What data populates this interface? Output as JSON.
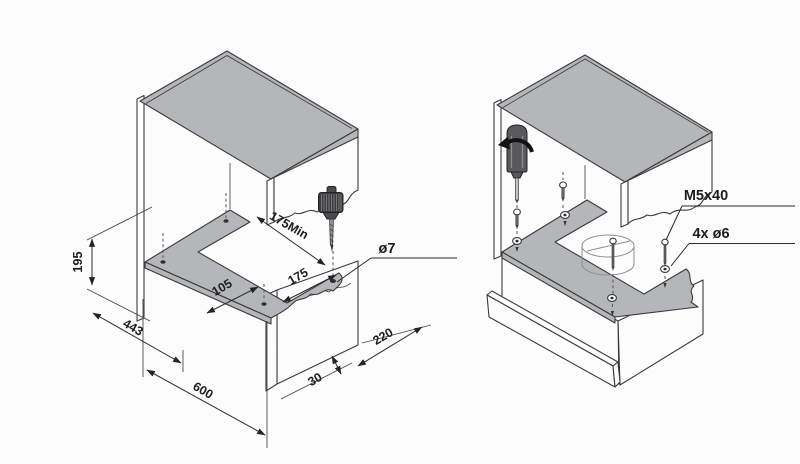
{
  "colors": {
    "background": "#fcfcfc",
    "line": "#3a3a3c",
    "panel_gray": "#b5b6b9",
    "text": "#1d1d1f"
  },
  "left_diagram": {
    "dims": {
      "d195": "195",
      "d443": "443",
      "d600": "600",
      "d105": "105",
      "d175": "175",
      "d175min": "175Min",
      "d30": "30",
      "d220": "220"
    },
    "callouts": {
      "hole_dia": "ø7"
    },
    "icons": {
      "drill": "hand-drill"
    }
  },
  "right_diagram": {
    "callouts": {
      "screw_spec": "M5x40",
      "holes_spec": "4x ø6"
    },
    "icons": {
      "screwdriver": "screwdriver",
      "collar": "duct-collar"
    }
  }
}
